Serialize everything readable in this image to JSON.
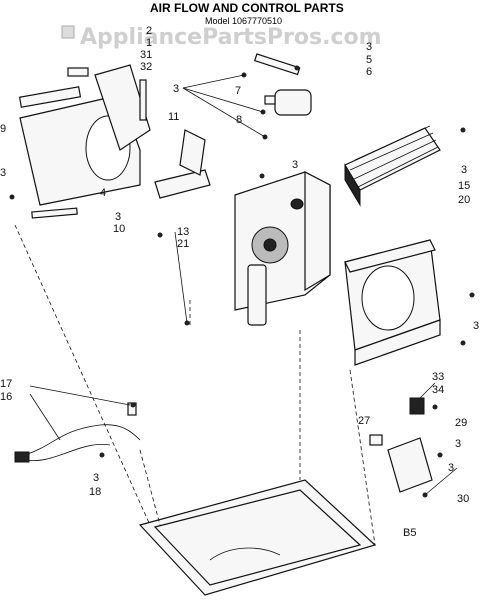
{
  "title": "AIR FLOW AND CONTROL PARTS",
  "model": "Model 1067770510",
  "watermark": "AppliancePartsPros.com",
  "page_code": "B5",
  "labels": [
    "2",
    "1",
    "31",
    "32",
    "9",
    "3",
    "4",
    "3",
    "10",
    "11",
    "3",
    "5",
    "6",
    "7",
    "8",
    "3",
    "13",
    "21",
    "3",
    "3",
    "15",
    "20",
    "3",
    "17",
    "16",
    "3",
    "18",
    "33",
    "34",
    "27",
    "29",
    "3",
    "3",
    "30"
  ]
}
